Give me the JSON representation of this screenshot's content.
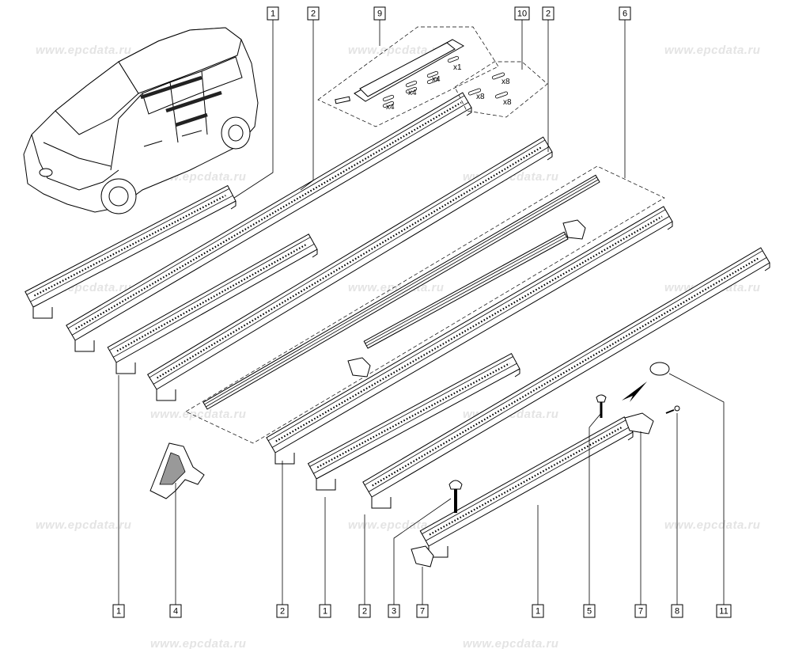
{
  "watermark": {
    "text": "www.epcdata.ru"
  },
  "callouts": {
    "top": [
      {
        "id": "c-top-1",
        "label": "1"
      },
      {
        "id": "c-top-2a",
        "label": "2"
      },
      {
        "id": "c-top-9",
        "label": "9"
      },
      {
        "id": "c-top-10",
        "label": "10"
      },
      {
        "id": "c-top-2b",
        "label": "2"
      },
      {
        "id": "c-top-6",
        "label": "6"
      }
    ],
    "bottom": [
      {
        "id": "c-bot-1a",
        "label": "1"
      },
      {
        "id": "c-bot-4",
        "label": "4"
      },
      {
        "id": "c-bot-2a",
        "label": "2"
      },
      {
        "id": "c-bot-1b",
        "label": "1"
      },
      {
        "id": "c-bot-2b",
        "label": "2"
      },
      {
        "id": "c-bot-3",
        "label": "3"
      },
      {
        "id": "c-bot-7a",
        "label": "7"
      },
      {
        "id": "c-bot-1c",
        "label": "1"
      },
      {
        "id": "c-bot-5",
        "label": "5"
      },
      {
        "id": "c-bot-7b",
        "label": "7"
      },
      {
        "id": "c-bot-8",
        "label": "8"
      },
      {
        "id": "c-bot-11",
        "label": "11"
      }
    ]
  },
  "kit_quantities": {
    "kit9": [
      "x1",
      "x4",
      "x4",
      "x4"
    ],
    "kit10": [
      "x8",
      "x8",
      "x8"
    ]
  }
}
